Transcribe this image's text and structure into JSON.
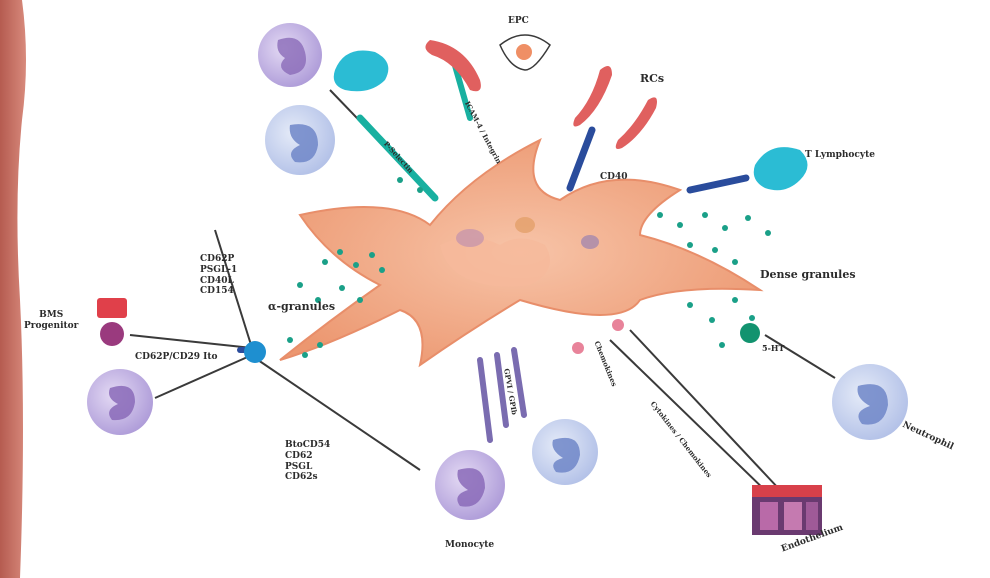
{
  "labels": {
    "epc": "EPC",
    "rbc": "RCs",
    "cd40": "CD40",
    "t_lymphocyte": "T Lymphocyte",
    "dense_granules": "Dense granules",
    "a_granules": "α-granules",
    "left_receptor_stack": [
      "CD62P",
      "PSGL-1",
      "CD40L",
      "CD154"
    ],
    "bm_progenitor": [
      "BMS",
      "Progenitor"
    ],
    "cd62p_cd29": "CD62P/CD29 Ito",
    "bottom_receptor_stack": [
      "BtoCD54",
      "CD62",
      "PSGL",
      "CD62s"
    ],
    "monocyte": "Monocyte",
    "neutrophil": "Neutrophil",
    "endothelium": "Endothelium",
    "upper_left_receptor": "P-Selectin",
    "rbc_receptor": "ICAM-4 / Integrin",
    "neutrophil_mediator": "5-HT",
    "chemokines": "Chemokines",
    "cytokines": "Cytokines / Chemokines",
    "bottom_receptors": "GPVI / GPIb"
  },
  "colors": {
    "platelet": "#f2a883",
    "cell_body": "#c7b8e6",
    "nucleus": "#8a6ab8",
    "rbc": "#e0605f",
    "t_lymph": "#2bbcd4",
    "granule": "#1aa088",
    "receptor_teal": "#18b0a0",
    "receptor_blue": "#2a4c9c",
    "receptor_purple": "#7a6cb0",
    "dark_line": "#3a3a3a"
  },
  "icons": [
    "platelet-icon",
    "leukocyte-icon",
    "rbc-icon",
    "t-lymphocyte-icon",
    "endothelium-icon",
    "epc-icon"
  ]
}
